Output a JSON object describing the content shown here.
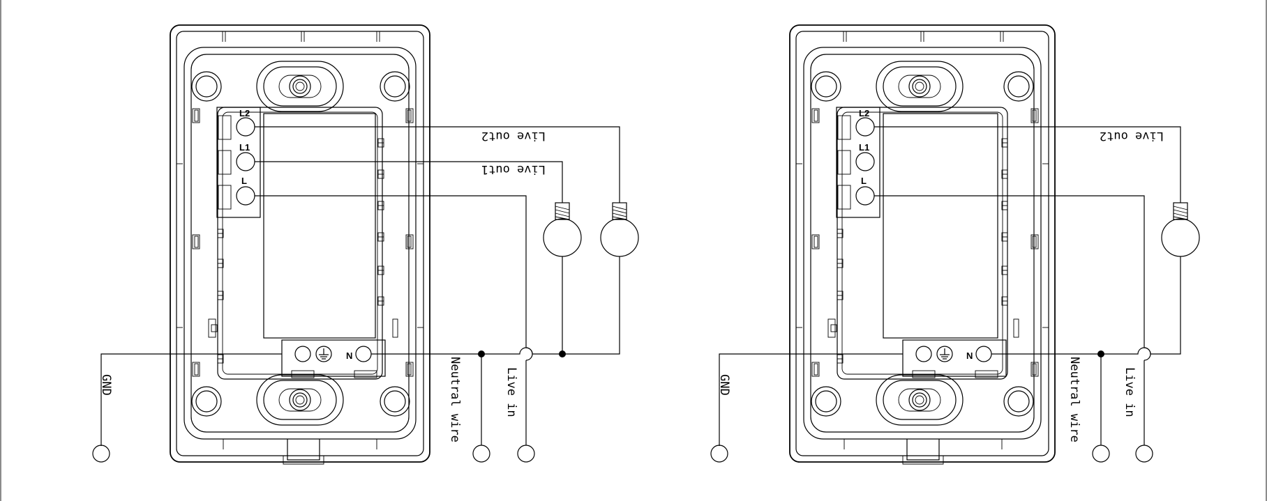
{
  "diagrams": [
    {
      "terminals": {
        "l2": "L2",
        "l1": "L1",
        "l": "L",
        "n": "N"
      },
      "labels": {
        "live_out2": "Live out2",
        "live_out1": "Live out1",
        "gnd": "GND",
        "neutral": "Neutral wire",
        "live_in": "Live in"
      }
    },
    {
      "terminals": {
        "l2": "L2",
        "l1": "L1",
        "l": "L",
        "n": "N"
      },
      "labels": {
        "live_out2": "Live out2",
        "gnd": "GND",
        "neutral": "Neutral wire",
        "live_in": "Live in"
      }
    }
  ]
}
